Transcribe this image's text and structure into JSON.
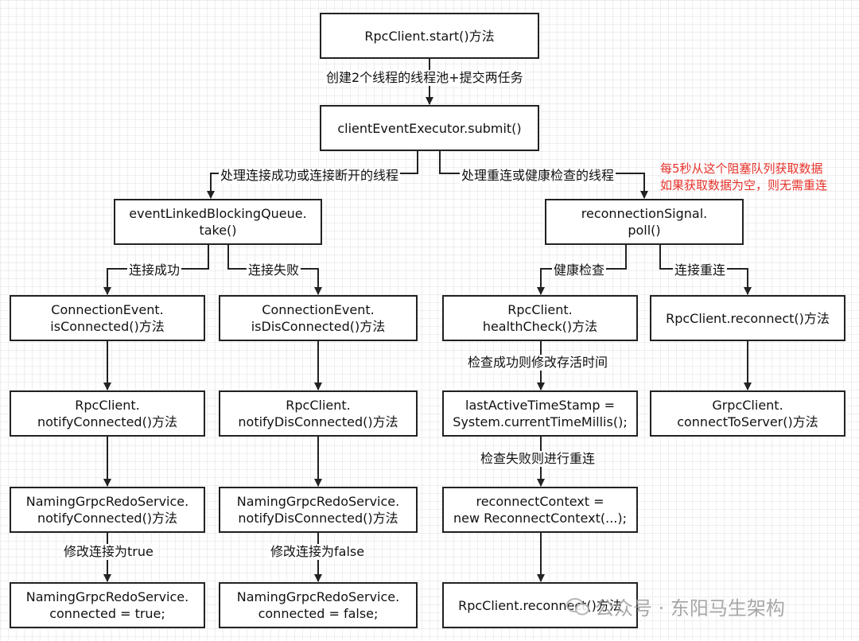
{
  "boxes": {
    "start": [
      "RpcClient.start()方法"
    ],
    "submit": [
      "clientEventExecutor.submit()"
    ],
    "take": [
      "eventLinkedBlockingQueue.",
      "take()"
    ],
    "poll": [
      "reconnectionSignal.",
      "poll()"
    ],
    "isConnected": [
      "ConnectionEvent.",
      "isConnected()方法"
    ],
    "isDisConnected": [
      "ConnectionEvent.",
      "isDisConnected()方法"
    ],
    "healthCheck": [
      "RpcClient.",
      "healthCheck()方法"
    ],
    "reconnect1": [
      "RpcClient.reconnect()方法"
    ],
    "notifyConnected": [
      "RpcClient.",
      "notifyConnected()方法"
    ],
    "notifyDisConnected": [
      "RpcClient.",
      "notifyDisConnected()方法"
    ],
    "lastActive": [
      "lastActiveTimeStamp =",
      "System.currentTimeMillis();"
    ],
    "connectToServer": [
      "GrpcClient.",
      "connectToServer()方法"
    ],
    "namingNotifyConnected": [
      "NamingGrpcRedoService.",
      "notifyConnected()方法"
    ],
    "namingNotifyDisConnected": [
      "NamingGrpcRedoService.",
      "notifyDisConnected()方法"
    ],
    "reconnectContext": [
      "reconnectContext =",
      "new ReconnectContext(...);"
    ],
    "connectedTrue": [
      "NamingGrpcRedoService.",
      "connected = true;"
    ],
    "connectedFalse": [
      "NamingGrpcRedoService.",
      "connected = false;"
    ],
    "reconnect2": [
      "RpcClient.reconnect()方法"
    ]
  },
  "labels": {
    "createPool": "创建2个线程的线程池+提交两任务",
    "handleConnect": "处理连接成功或连接断开的线程",
    "handleReconnect": "处理重连或健康检查的线程",
    "connectSuccess": "连接成功",
    "connectFail": "连接失败",
    "healthCheck": "健康检查",
    "reconnect": "连接重连",
    "checkSuccess": "检查成功则修改存活时间",
    "checkFail": "检查失败则进行重连",
    "setTrue": "修改连接为true",
    "setFalse": "修改连接为false"
  },
  "note": [
    "每5秒从这个阻塞队列获取数据",
    "如果获取数据为空，则无需重连"
  ],
  "watermark": "公众号 · 东阳马生架构",
  "colors": {
    "line": "#222222",
    "note": "#e8312a",
    "watermark": "#9a9a9a"
  }
}
